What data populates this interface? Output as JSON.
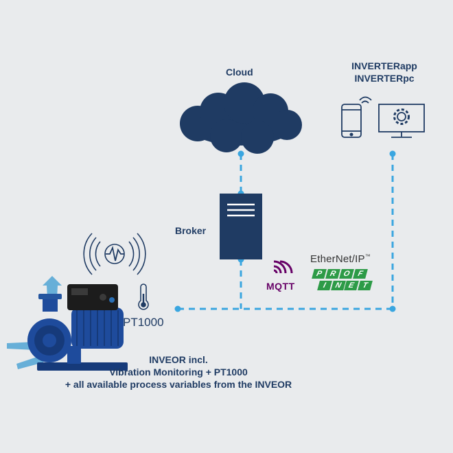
{
  "labels": {
    "cloud": "Cloud",
    "app_line1": "INVERTERapp",
    "app_line2": "INVERTERpc",
    "broker": "Broker",
    "pt1000": "PT1000",
    "ethernet_ip": "EtherNet/IP",
    "ethernet_ip_mark": "™",
    "mqtt": "MQTT",
    "profinet_row1": [
      "P",
      "R",
      "O",
      "F",
      "I"
    ],
    "profinet_row2": [
      "N",
      "E",
      "T"
    ],
    "bottom_line1": "INVEOR incl.",
    "bottom_line2": "Vibration Monitoring + PT1000",
    "bottom_line3": "+ all available process variables from the INVEOR"
  },
  "colors": {
    "background": "#e9ebed",
    "navy": "#1f3b63",
    "link": "#3aa6e0",
    "pump": "#1e4b9c",
    "profinet": "#2d9b47",
    "mqtt": "#660066"
  },
  "icons": [
    "cloud-icon",
    "smartphone-icon",
    "monitor-gear-icon",
    "broker-server-icon",
    "vibration-sensor-icon",
    "thermometer-icon",
    "mqtt-logo",
    "pump-motor-icon"
  ]
}
